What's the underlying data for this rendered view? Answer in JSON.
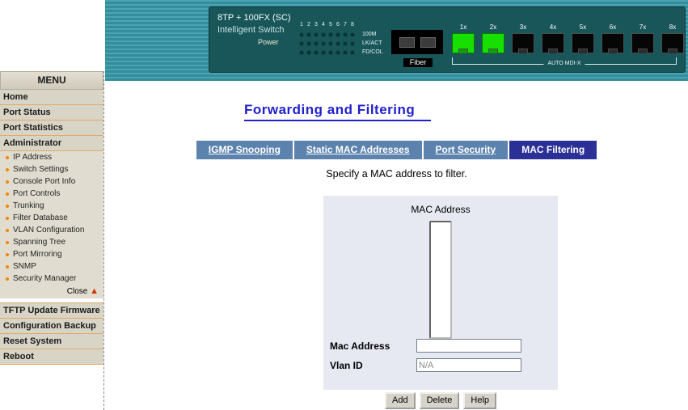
{
  "banner": {
    "switch": {
      "model": "8TP + 100FX (SC)",
      "name": "Intelligent Switch",
      "power_label": "Power",
      "led_port_numbers": [
        "1",
        "2",
        "3",
        "4",
        "5",
        "6",
        "7",
        "8"
      ],
      "led_row_labels": [
        "100M",
        "LK/ACT",
        "FD/COL"
      ],
      "fiber_label": "Fiber",
      "port_labels": [
        "1x",
        "2x",
        "3x",
        "4x",
        "5x",
        "6x",
        "7x",
        "8x"
      ],
      "active_ports": [
        "1x",
        "2x"
      ],
      "port_active_color": "#17e000",
      "auto_mdix_label": "AUTO MDI-X"
    }
  },
  "sidebar": {
    "title": "MENU",
    "items": [
      "Home",
      "Port Status",
      "Port Statistics",
      "Administrator"
    ],
    "admin_subitems": [
      "IP Address",
      "Switch Settings",
      "Console Port Info",
      "Port Controls",
      "Trunking",
      "Filter Database",
      "VLAN Configuration",
      "Spanning Tree",
      "Port Mirroring",
      "SNMP",
      "Security Manager"
    ],
    "close_label": "Close",
    "bottom_items": [
      "TFTP Update Firmware",
      "Configuration Backup",
      "Reset System",
      "Reboot"
    ]
  },
  "icons": {
    "close_up_arrow": "▲"
  },
  "main": {
    "title": "Forwarding and Filtering",
    "tabs": [
      {
        "label": "IGMP Snooping",
        "active": false
      },
      {
        "label": "Static MAC Addresses",
        "active": false
      },
      {
        "label": "Port Security",
        "active": false
      },
      {
        "label": "MAC Filtering",
        "active": true
      }
    ],
    "instruction": "Specify a MAC address to filter.",
    "form": {
      "list_label": "MAC Address",
      "mac_label": "Mac Address",
      "mac_value": "",
      "vlan_label": "Vlan ID",
      "vlan_value": "N/A"
    },
    "buttons": [
      "Add",
      "Delete",
      "Help"
    ]
  },
  "colors": {
    "banner_teal": "#3f95a4",
    "switch_panel": "#19565a",
    "tab_inactive": "#5c83ad",
    "tab_active": "#2b3096",
    "title_blue": "#2121cd",
    "menu_bg": "#d8d4c6",
    "menu_separator": "#e0a96a",
    "panel_bg": "#e7e9f2"
  }
}
